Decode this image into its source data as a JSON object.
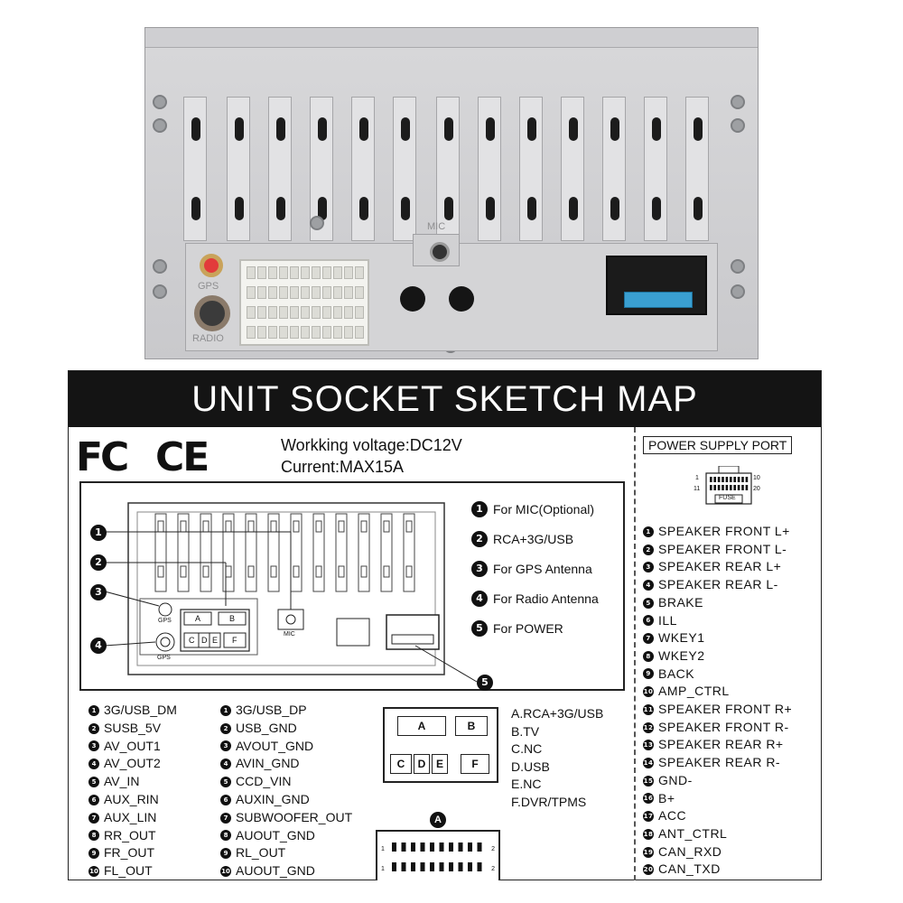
{
  "photo": {
    "mic_label": "MIC",
    "gps_label": "GPS",
    "radio_label": "RADIO"
  },
  "header": {
    "title": "UNIT SOCKET SKETCH MAP"
  },
  "logos": {
    "fcc": "FC",
    "ce": "CE"
  },
  "specs": {
    "voltage": "Workking voltage:DC12V",
    "current": "Current:MAX15A"
  },
  "diagram": {
    "callouts": [
      "1",
      "2",
      "3",
      "4",
      "5"
    ],
    "labels": {
      "gps_top": "GPS",
      "gps_bottom": "GPS",
      "mic": "MIC",
      "A": "A",
      "B": "B",
      "C": "C",
      "D": "D",
      "E": "E",
      "F": "F"
    },
    "legend": [
      {
        "num": "1",
        "text": "For MIC(Optional)"
      },
      {
        "num": "2",
        "text": "RCA+3G/USB"
      },
      {
        "num": "3",
        "text": "For GPS Antenna"
      },
      {
        "num": "4",
        "text": "For Radio Antenna"
      },
      {
        "num": "5",
        "text": "For POWER"
      }
    ]
  },
  "pins_left": [
    {
      "num": "1",
      "text": "3G/USB_DM"
    },
    {
      "num": "2",
      "text": "SUSB_5V"
    },
    {
      "num": "3",
      "text": "AV_OUT1"
    },
    {
      "num": "4",
      "text": "AV_OUT2"
    },
    {
      "num": "5",
      "text": "AV_IN"
    },
    {
      "num": "6",
      "text": "AUX_RIN"
    },
    {
      "num": "7",
      "text": "AUX_LIN"
    },
    {
      "num": "8",
      "text": "RR_OUT"
    },
    {
      "num": "9",
      "text": "FR_OUT"
    },
    {
      "num": "10",
      "text": "FL_OUT"
    }
  ],
  "pins_right": [
    {
      "num": "1",
      "text": "3G/USB_DP"
    },
    {
      "num": "2",
      "text": "USB_GND"
    },
    {
      "num": "3",
      "text": "AVOUT_GND"
    },
    {
      "num": "4",
      "text": "AVIN_GND"
    },
    {
      "num": "5",
      "text": "CCD_VIN"
    },
    {
      "num": "6",
      "text": "AUXIN_GND"
    },
    {
      "num": "7",
      "text": "SUBWOOFER_OUT"
    },
    {
      "num": "8",
      "text": "AUOUT_GND"
    },
    {
      "num": "9",
      "text": "RL_OUT"
    },
    {
      "num": "10",
      "text": "AUOUT_GND"
    }
  ],
  "connector_labels": {
    "A": "A",
    "B": "B",
    "C": "C",
    "D": "D",
    "E": "E",
    "F": "F"
  },
  "connector_letters": [
    "A.RCA+3G/USB",
    "B.TV",
    "C.NC",
    "D.USB",
    "E.NC",
    "F.DVR/TPMS"
  ],
  "connector_a": {
    "label": "A",
    "pin_left_top": "1",
    "pin_right_top": "2",
    "pin_left_bottom": "1",
    "pin_right_bottom": "2"
  },
  "power_supply": {
    "title": "POWER SUPPLY PORT",
    "fuse_label": "FUSE",
    "pin_labels": {
      "tl": "1",
      "tr": "10",
      "bl": "11",
      "br": "20"
    },
    "pins": [
      {
        "num": "1",
        "text": "SPEAKER FRONT L+"
      },
      {
        "num": "2",
        "text": "SPEAKER FRONT L-"
      },
      {
        "num": "3",
        "text": "SPEAKER REAR L+"
      },
      {
        "num": "4",
        "text": "SPEAKER REAR L-"
      },
      {
        "num": "5",
        "text": "BRAKE"
      },
      {
        "num": "6",
        "text": "ILL"
      },
      {
        "num": "7",
        "text": "WKEY1"
      },
      {
        "num": "8",
        "text": "WKEY2"
      },
      {
        "num": "9",
        "text": "BACK"
      },
      {
        "num": "10",
        "text": "AMP_CTRL"
      },
      {
        "num": "11",
        "text": "SPEAKER FRONT R+"
      },
      {
        "num": "12",
        "text": "SPEAKER FRONT R-"
      },
      {
        "num": "13",
        "text": "SPEAKER REAR R+"
      },
      {
        "num": "14",
        "text": "SPEAKER REAR R-"
      },
      {
        "num": "15",
        "text": "GND-"
      },
      {
        "num": "16",
        "text": "B+"
      },
      {
        "num": "17",
        "text": "ACC"
      },
      {
        "num": "18",
        "text": "ANT_CTRL"
      },
      {
        "num": "19",
        "text": "CAN_RXD"
      },
      {
        "num": "20",
        "text": "CAN_TXD"
      }
    ]
  }
}
